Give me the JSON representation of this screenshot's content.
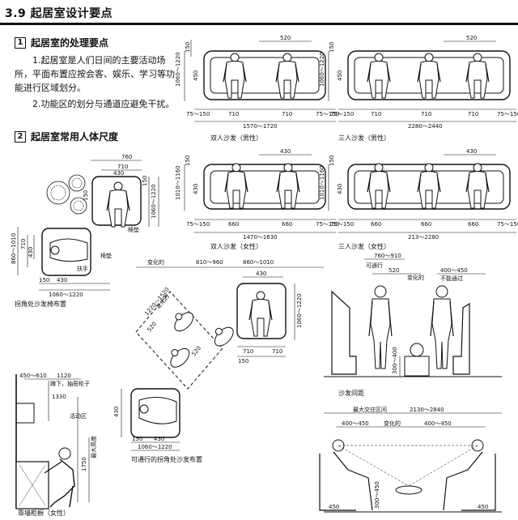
{
  "header": {
    "title": "3.9 起居室设计要点"
  },
  "section1": {
    "num": "1",
    "title": "起居室的处理要点",
    "p1": "1.起居室是人们日间的主要活动场所，平面布置应按会客、娱乐、学习等功能进行区域划分。",
    "p2": "2.功能区的划分与通道应避免干扰。"
  },
  "section2": {
    "num": "2",
    "title": "起居室常用人体尺度"
  },
  "sofa2m": {
    "caption": "双人沙发（男性）",
    "d_top": "520",
    "d_seat": "710",
    "d_side": "75～150",
    "d_total": "1570～1720",
    "d_depth": "1060～1220",
    "d_back": "450",
    "d_h": "150"
  },
  "sofa3m": {
    "caption": "三人沙发（男性）",
    "d_top": "520",
    "d_seat": "710",
    "d_side": "75～150",
    "d_total": "2280～2440",
    "d_depth": "1060～1220",
    "d_back": "450",
    "d_h": "150"
  },
  "sofa2f": {
    "caption": "双人沙发（女性）",
    "d_top": "430",
    "d_seat": "660",
    "d_side": "75～150",
    "d_total": "1470～1630",
    "d_depth": "1010～1160",
    "d_back": "430",
    "d_h": "150"
  },
  "sofa3f": {
    "caption": "三人沙发（女性）",
    "d_top": "430",
    "d_seat": "660",
    "d_side": "75～150",
    "d_total": "213～2280",
    "d_depth": "1010～1160",
    "d_back": "430",
    "d_h": "150"
  },
  "corner": {
    "caption": "拐角处沙发椅布置",
    "d1": "760",
    "d2": "710",
    "d3": "430",
    "d4": "1060～1220",
    "d5": "150",
    "d6": "860～1010",
    "d7": "710",
    "d8": "430",
    "d9": "150",
    "d10": "1060～1220",
    "d11": "430",
    "d12": "150",
    "l1": "椅垫",
    "l2": "椅垫",
    "l3": "扶手",
    "d13": "150"
  },
  "passage": {
    "caption": "可通行的拐角处沙发布置",
    "l1": "变化的",
    "d1": "810～960",
    "d2": "860～1010",
    "d3": "430",
    "d4": "1060～1220",
    "d5": "1220～1520",
    "d6": "变化的",
    "d7": "520",
    "d8": "520",
    "d9": "710",
    "d10": "150",
    "d11": "430",
    "d12": "150",
    "d13": "1060～1220",
    "d14": "520"
  },
  "spacing": {
    "caption": "沙发间距",
    "d1": "760～910",
    "l1": "可通行",
    "d2": "520",
    "l2": "变化的",
    "d3": "400～450",
    "l3": "不能通过",
    "d4": "300～400"
  },
  "cabinet": {
    "caption": "靠墙柜橱（女性）",
    "d1": "450～610",
    "d2": "1120",
    "l1": "蹲下，抽屉柜子",
    "d3": "1330",
    "l2": "活动区",
    "d4": "1750",
    "l3": "最大高度"
  },
  "conversation": {
    "l1": "最大交往区间",
    "d1": "2130～2840",
    "d2": "400～450",
    "l2": "变化的",
    "d3": "400～450",
    "d4": "450",
    "d5": "300～450",
    "d6": "450"
  }
}
